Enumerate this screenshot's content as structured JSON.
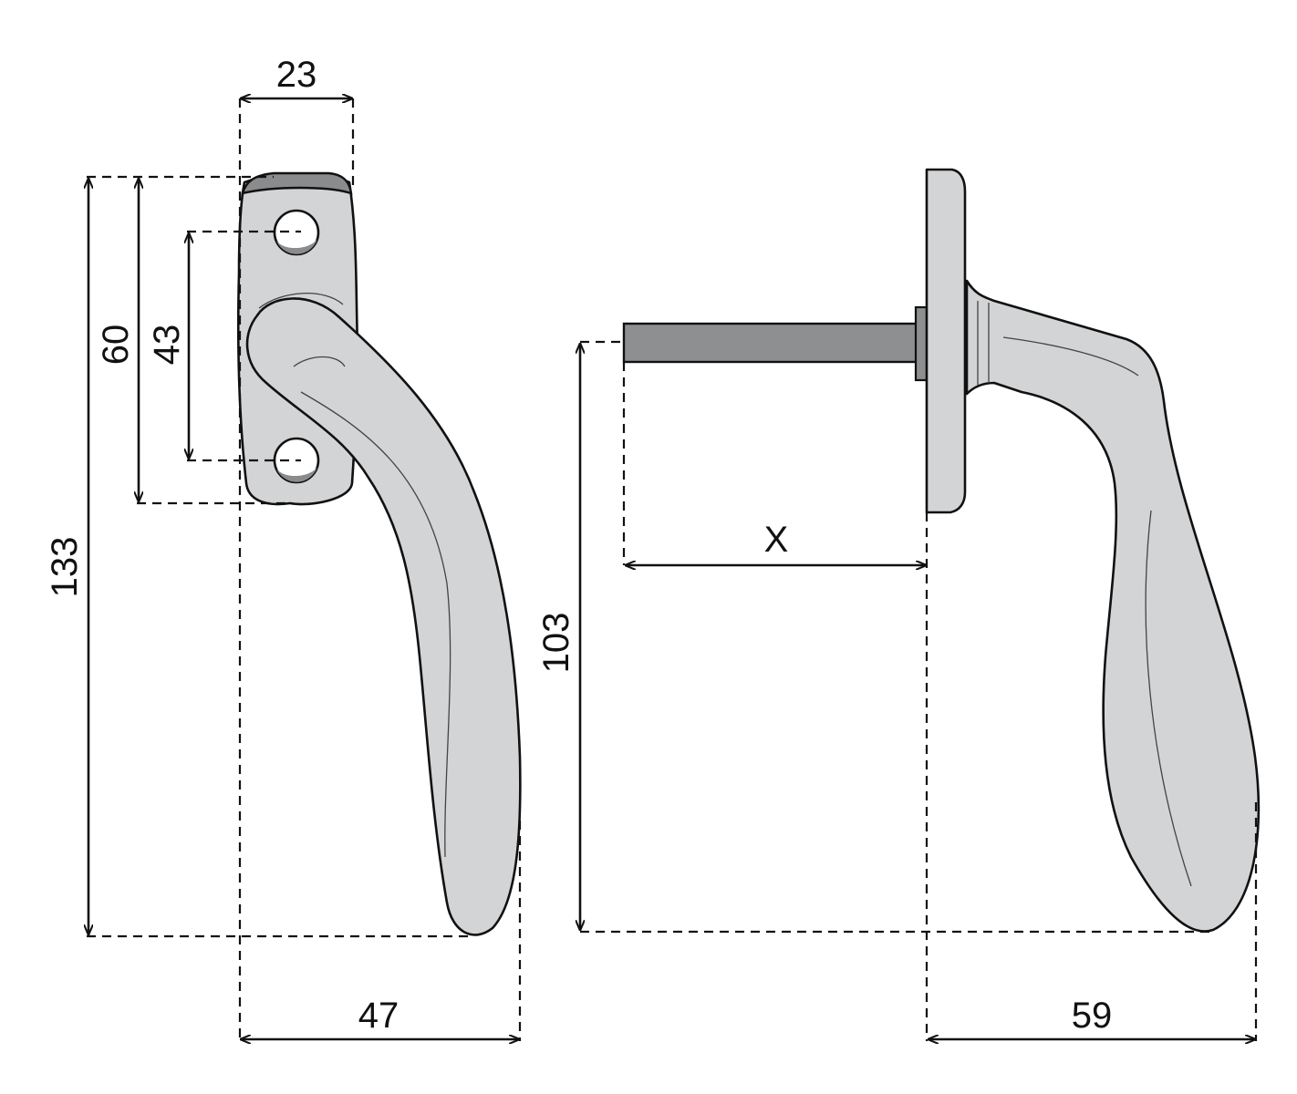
{
  "colors": {
    "background": "#ffffff",
    "metal_fill": "#d3d4d6",
    "spindle_fill": "#8e8f91",
    "cap_fill": "#8a8b8d",
    "line": "#111111"
  },
  "front_view": {
    "dim_top_width": "23",
    "dim_total_height": "133",
    "dim_base_height": "60",
    "dim_hole_spacing": "43",
    "dim_bottom_width": "47"
  },
  "side_view": {
    "dim_spindle_length": "X",
    "dim_height": "103",
    "dim_depth": "59"
  }
}
